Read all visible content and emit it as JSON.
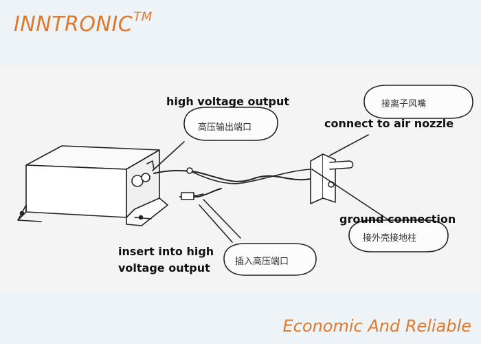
{
  "header": {
    "brand_name": "INNTRONIC",
    "brand_tm": "TM",
    "brand_color": "#e0782a",
    "band_color": "#eef3f7"
  },
  "footer": {
    "tagline": "Economic And Reliable"
  },
  "diagram": {
    "labels": {
      "hv_output": "high voltage output",
      "hv_output_cn": "高压输出端口",
      "air_nozzle": "connect to air nozzle",
      "air_nozzle_cn": "接离子风嘴",
      "ground": "ground connection",
      "ground_cn": "接外壳接地柱",
      "insert_line1": "insert into high",
      "insert_line2": "voltage output",
      "insert_cn": "插入高压端口"
    },
    "icons": [
      "power-supply-box",
      "air-nozzle-block",
      "cable",
      "callout-bubble"
    ]
  }
}
